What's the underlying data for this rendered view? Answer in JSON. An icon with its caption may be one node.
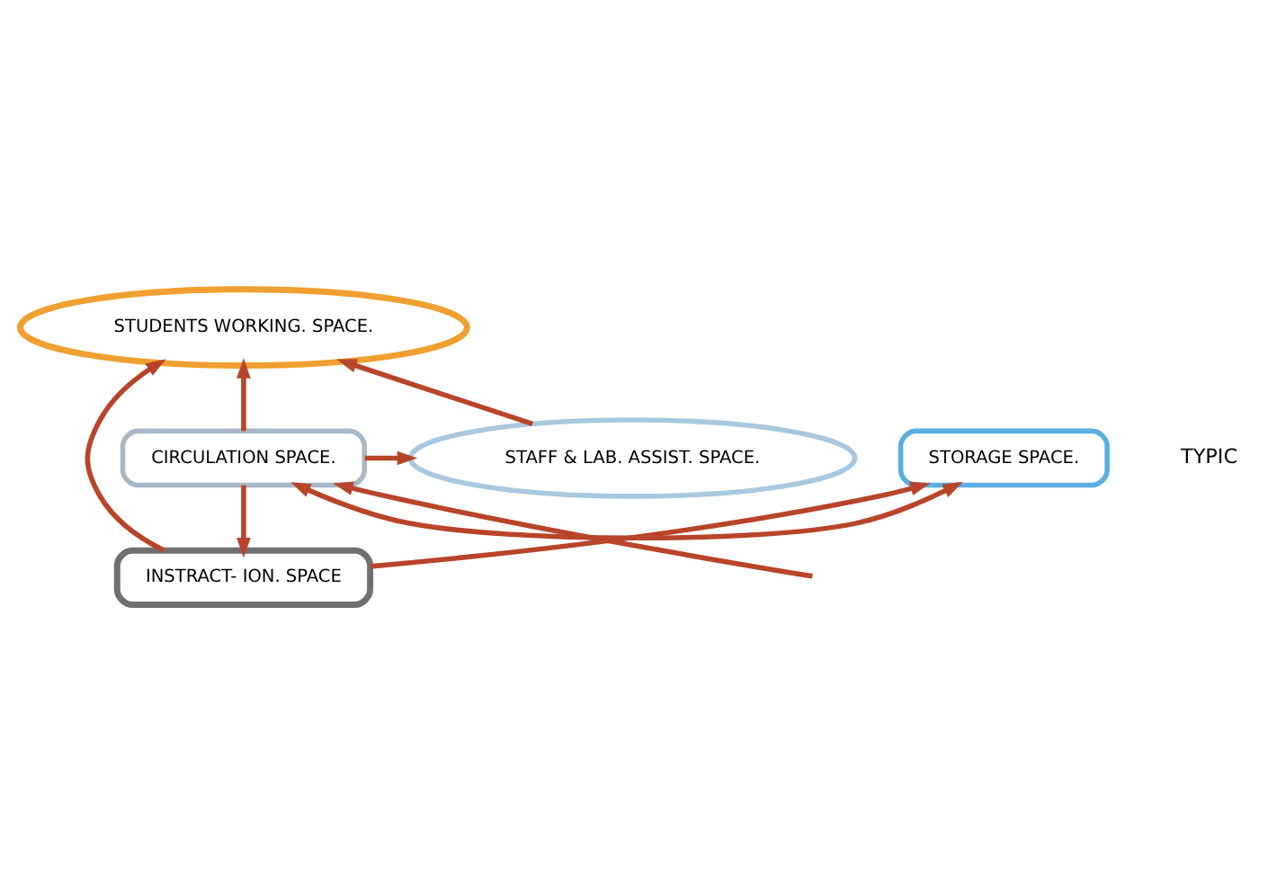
{
  "diagram": {
    "nodes": [
      {
        "text": [
          "STUDENTS WORKING. SPACE."
        ]
      },
      {
        "text": [
          "INSTRACT- ION. SPACE"
        ]
      },
      {
        "text": [
          "STORAGE SPACE."
        ]
      },
      {
        "text": [
          "STAFF & LAB. ASSIST. SPACE."
        ]
      },
      {
        "text": [
          "CIRCULATION SPACE."
        ]
      }
    ],
    "edges": [
      {
        "from": 1,
        "to": 0,
        "arrow": "to"
      },
      {
        "from": 1,
        "to": 2,
        "arrow": "to"
      },
      {
        "from": 4,
        "to": 1,
        "arrow": "to"
      },
      {
        "from": 3,
        "to": 0,
        "arrow": "to"
      },
      {
        "from": 4,
        "to": 0,
        "arrow": "to"
      },
      {
        "from": 4,
        "to": 3,
        "arrow": "to"
      },
      {
        "from": 4,
        "to": 2,
        "arrow": "both"
      },
      {
        "from": null,
        "to": 4,
        "arrow": "to"
      }
    ],
    "labels": [
      "TYPIC"
    ]
  }
}
